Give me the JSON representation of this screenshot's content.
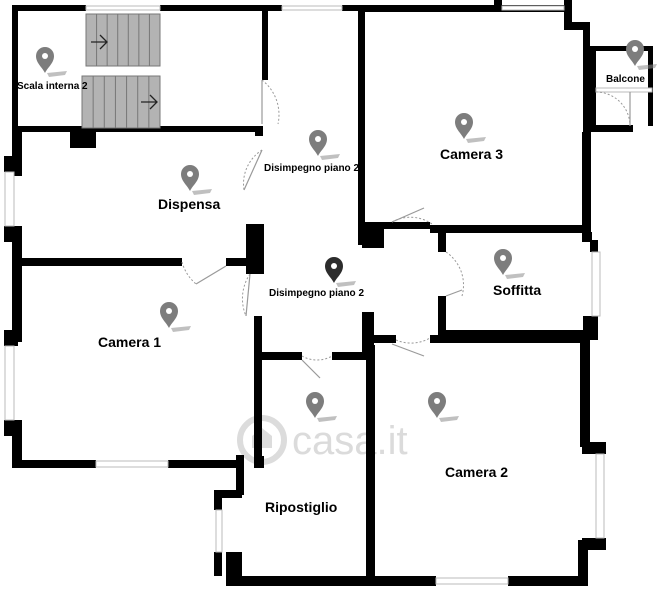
{
  "rooms": {
    "scala_interna": "Scala interna 2",
    "balcone": "Balcone",
    "disimpegno_top": "Disimpegno piano 2",
    "camera_3": "Camera 3",
    "dispensa": "Dispensa",
    "disimpegno_center": "Disimpegno piano 2",
    "soffitta": "Soffitta",
    "camera_1": "Camera 1",
    "camera_2": "Camera 2",
    "ripostiglio": "Ripostiglio"
  },
  "watermark": "casa.it",
  "colors": {
    "wall": "#000000",
    "stairs": "#b3b3b3",
    "pin": "#7d7d7d",
    "pin_selected": "#2c2c2c"
  },
  "icons": {
    "pin": "map-pin-icon",
    "stair_arrow": "arrow-right-icon"
  }
}
